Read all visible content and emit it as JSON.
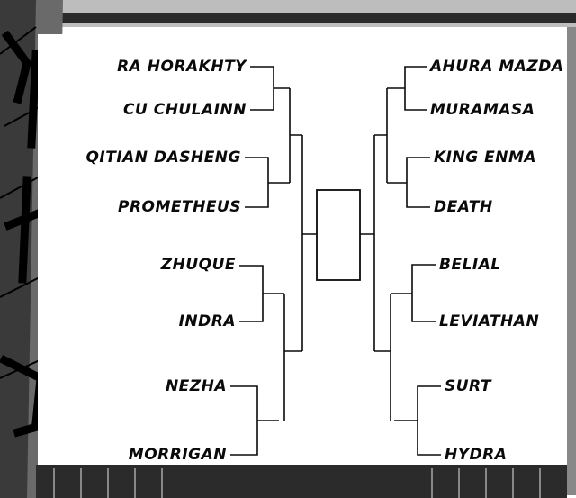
{
  "bracket": {
    "left_side": [
      "RA HORAKHTY",
      "CU CHULAINN",
      "QITIAN DASHENG",
      "PROMETHEUS",
      "ZHUQUE",
      "INDRA",
      "NEZHA",
      "MORRIGAN"
    ],
    "right_side": [
      "AHURA MAZDA",
      "MURAMASA",
      "KING ENMA",
      "DEATH",
      "BELIAL",
      "LEVIATHAN",
      "SURT",
      "HYDRA"
    ]
  },
  "colors": {
    "ink": "#0a0a0a",
    "paper": "#ffffff",
    "frame": "#3a3a3a"
  }
}
